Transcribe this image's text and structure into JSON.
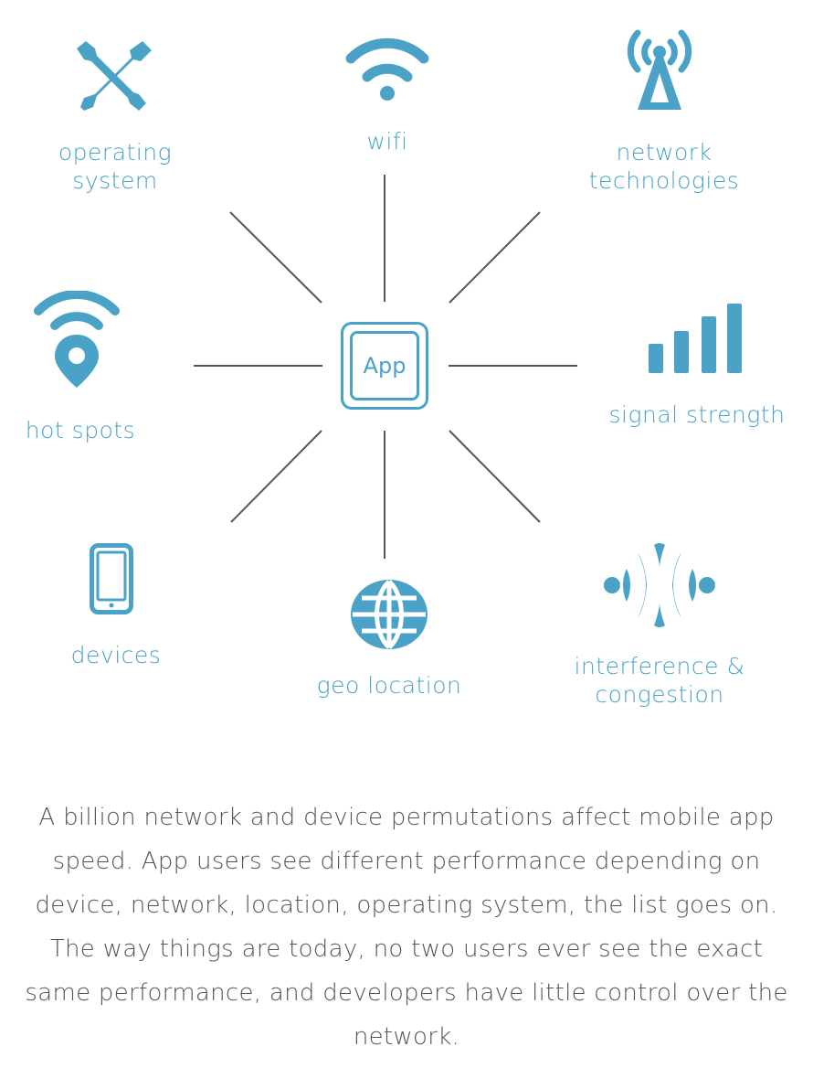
{
  "center": {
    "label": "App"
  },
  "nodes": {
    "operating_system": "operating\nsystem",
    "wifi": "wifi",
    "network_technologies": "network\ntechnologies",
    "hot_spots": "hot spots",
    "signal_strength": "signal strength",
    "devices": "devices",
    "geo_location": "geo location",
    "interference_congestion": "interference &\ncongestion"
  },
  "icons": {
    "operating_system": "tools-icon",
    "wifi": "wifi-icon",
    "network_technologies": "antenna-icon",
    "hot_spots": "hotspot-pin-icon",
    "signal_strength": "signal-bars-icon",
    "devices": "phone-icon",
    "geo_location": "globe-icon",
    "interference_congestion": "interference-icon"
  },
  "colors": {
    "accent": "#4aa3c6",
    "line": "#555555",
    "text": "#555555"
  },
  "description": "A billion network and device permutations affect mobile app speed. App users see different performance depending on device, network, location, operating system, the list goes on. The way things are today, no two users ever see the exact same performance, and developers have little control over the network."
}
